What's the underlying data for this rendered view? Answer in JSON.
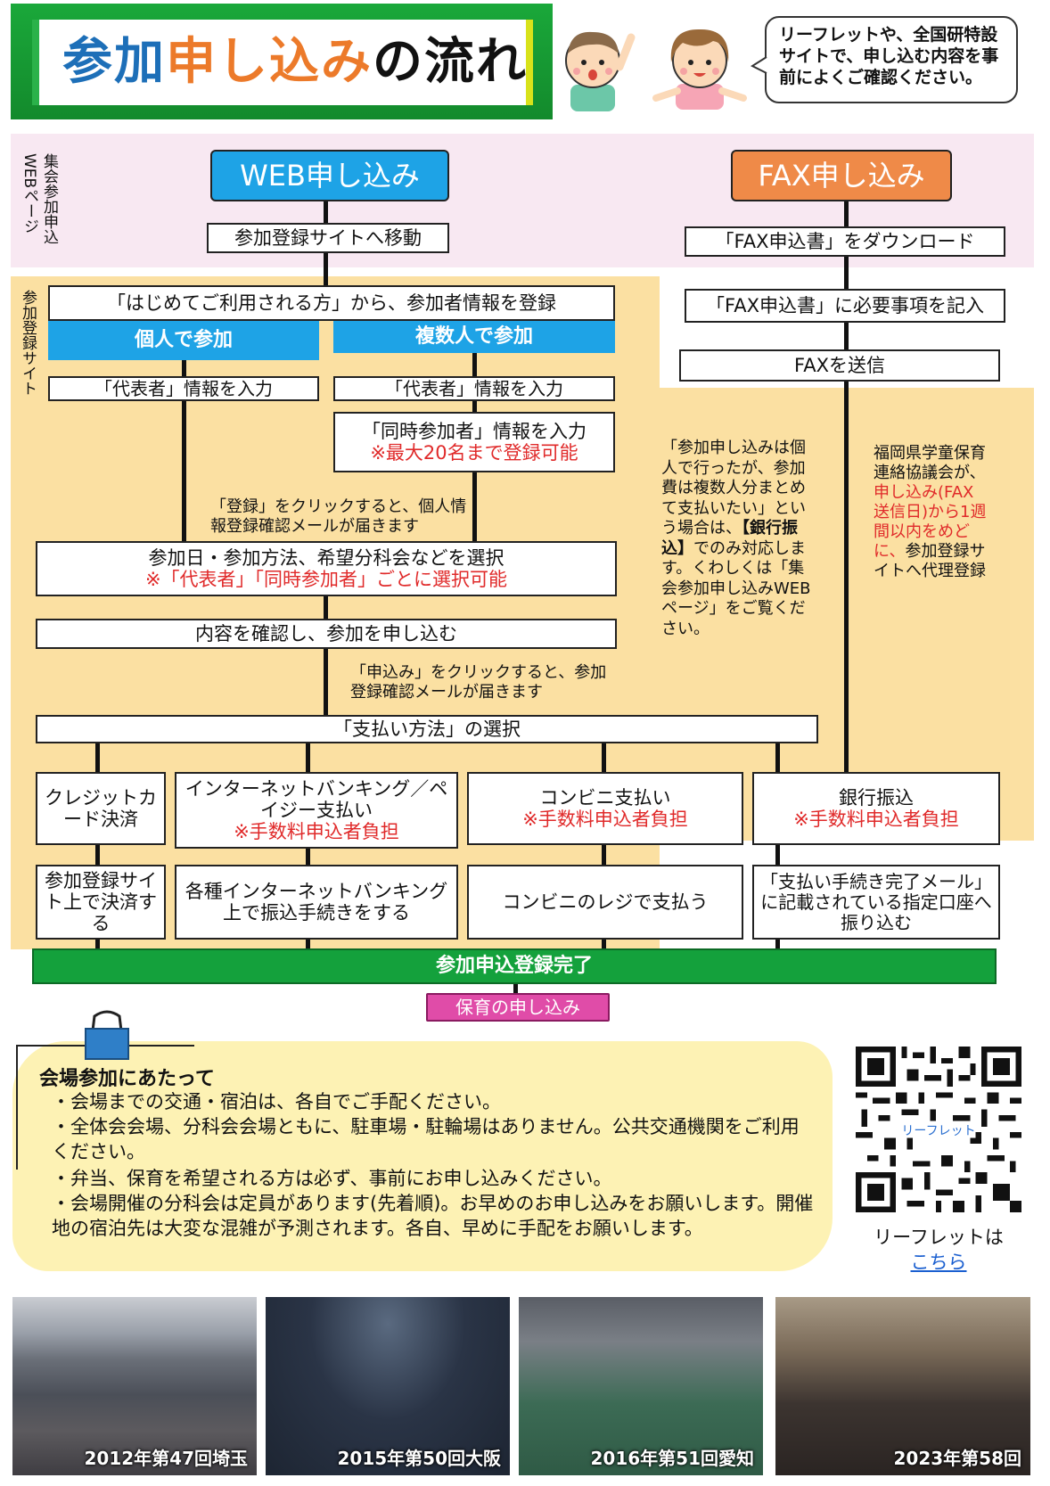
{
  "header": {
    "title_part1": "参加",
    "title_part2": "申し込み",
    "title_part3": "の流れ",
    "speech": "リーフレットや、全国研特設サイトで、申し込む内容を事前によくご確認ください。"
  },
  "side_labels": {
    "web_page": "集会参加申込WEBページ",
    "reg_site": "参加登録サイト"
  },
  "web": {
    "header": "WEB申し込み",
    "step_move": "参加登録サイトへ移動",
    "step_register": "「はじめてご利用される方」から、参加者情報を登録",
    "individual": "個人で参加",
    "group": "複数人で参加",
    "rep_input_1": "「代表者」情報を入力",
    "rep_input_2": "「代表者」情報を入力",
    "companion_input": "「同時参加者」情報を入力",
    "companion_note": "※最大20名まで登録可能",
    "note_register": "「登録」をクリックすると、個人情報登録確認メールが届きます",
    "select": "参加日・参加方法、希望分科会などを選択",
    "select_note": "※「代表者」「同時参加者」ごとに選択可能",
    "confirm": "内容を確認し、参加を申し込む",
    "note_apply": "「申込み」をクリックすると、参加登録確認メールが届きます",
    "payment_method": "「支払い方法」の選択"
  },
  "fax": {
    "header": "FAX申し込み",
    "download": "「FAX申込書」をダウンロード",
    "fill": "「FAX申込書」に必要事項を記入",
    "send": "FAXを送信",
    "note_part1": "福岡県学童保育連絡協議会が、",
    "note_red": "申し込み(FAX送信日)から1週間以内をめどに、",
    "note_part2": "参加登録サイトへ代理登録"
  },
  "bank_note": {
    "part1": "「参加申し込みは個人で行ったが、参加費は複数人分まとめて支払いたい」という場合は、",
    "bold": "【銀行振込】",
    "part2": "でのみ対応します。くわしくは「集会参加申し込みWEBページ」をご覧ください。"
  },
  "payments": [
    {
      "title": "クレジットカード決済",
      "fee": "",
      "action": "参加登録サイト上で決済する"
    },
    {
      "title": "インターネットバンキング／ペイジー支払い",
      "fee": "※手数料申込者負担",
      "action": "各種インターネットバンキング上で振込手続きをする"
    },
    {
      "title": "コンビニ支払い",
      "fee": "※手数料申込者負担",
      "action": "コンビニのレジで支払う"
    },
    {
      "title": "銀行振込",
      "fee": "※手数料申込者負担",
      "action": "「支払い手続き完了メール」に記載されている指定口座へ振り込む"
    }
  ],
  "complete": "参加申込登録完了",
  "childcare": "保育の申し込み",
  "venue": {
    "title": "会場参加にあたって",
    "items": [
      "・会場までの交通・宿泊は、各自でご手配ください。",
      "・全体会会場、分科会会場ともに、駐車場・駐輪場はありません。公共交通機関をご利用ください。",
      "・弁当、保育を希望される方は必ず、事前にお申し込みください。",
      "・会場開催の分科会は定員があります(先着順)。お早めのお申し込みをお願いします。開催地の宿泊先は大変な混雑が予測されます。各自、早めに手配をお願いします。"
    ]
  },
  "qr": {
    "center_label": "リーフレット",
    "caption": "リーフレットは",
    "link": "こちら"
  },
  "photos": [
    {
      "caption": "2012年第47回埼玉"
    },
    {
      "caption": "2015年第50回大阪"
    },
    {
      "caption": "2016年第51回愛知"
    },
    {
      "caption": "2023年第58回"
    }
  ]
}
